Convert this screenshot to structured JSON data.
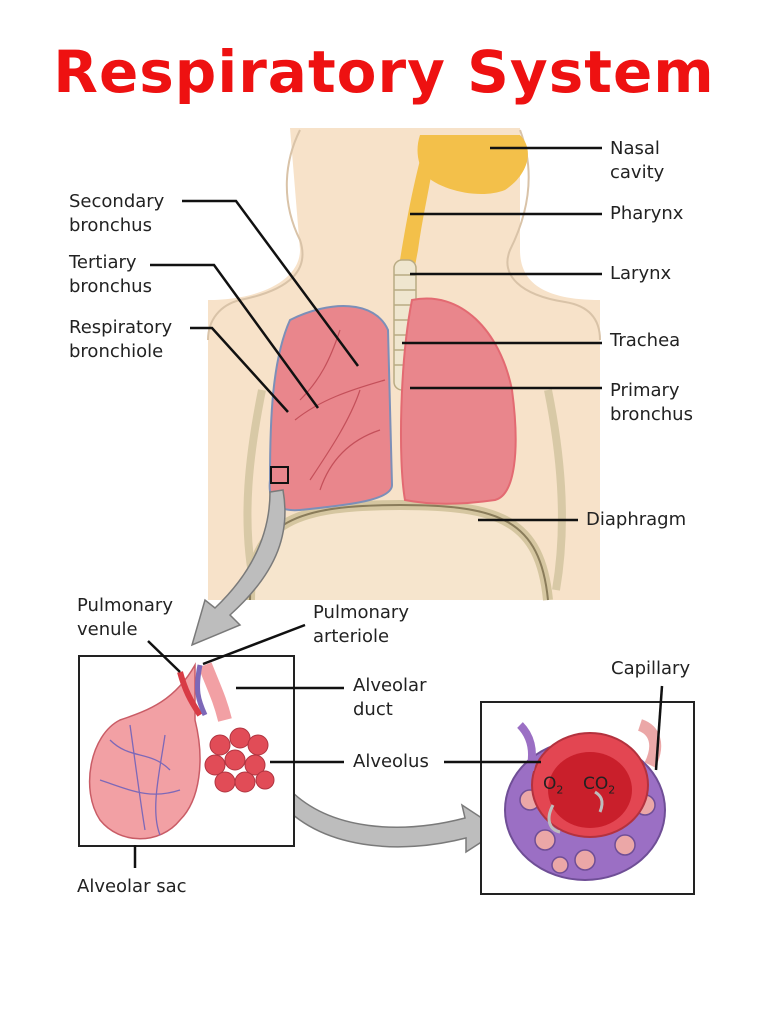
{
  "title": "Respiratory System",
  "colors": {
    "title": "#ee1111",
    "skin": "#f7e0c6",
    "lung": "#e9868c",
    "airway": "#f3c04a",
    "capillary": "#9b6fc4",
    "arrow": "#b9b9b9"
  },
  "labels": {
    "nasal_cavity": [
      "Nasal",
      "cavity"
    ],
    "pharynx": "Pharynx",
    "larynx": "Larynx",
    "trachea": "Trachea",
    "primary_bronchus": [
      "Primary",
      "bronchus"
    ],
    "diaphragm": "Diaphragm",
    "secondary_bronchus": [
      "Secondary",
      "bronchus"
    ],
    "tertiary_bronchus": [
      "Tertiary",
      "bronchus"
    ],
    "respiratory_bronchiole": [
      "Respiratory",
      "bronchiole"
    ],
    "pulmonary_venule": [
      "Pulmonary",
      "venule"
    ],
    "pulmonary_arteriole": [
      "Pulmonary",
      "arteriole"
    ],
    "alveolar_duct": [
      "Alveolar",
      "duct"
    ],
    "alveolus": "Alveolus",
    "alveolar_sac": "Alveolar sac",
    "capillary": "Capillary",
    "o2": "O",
    "o2_sub": "2",
    "co2": "CO",
    "co2_sub": "2"
  }
}
